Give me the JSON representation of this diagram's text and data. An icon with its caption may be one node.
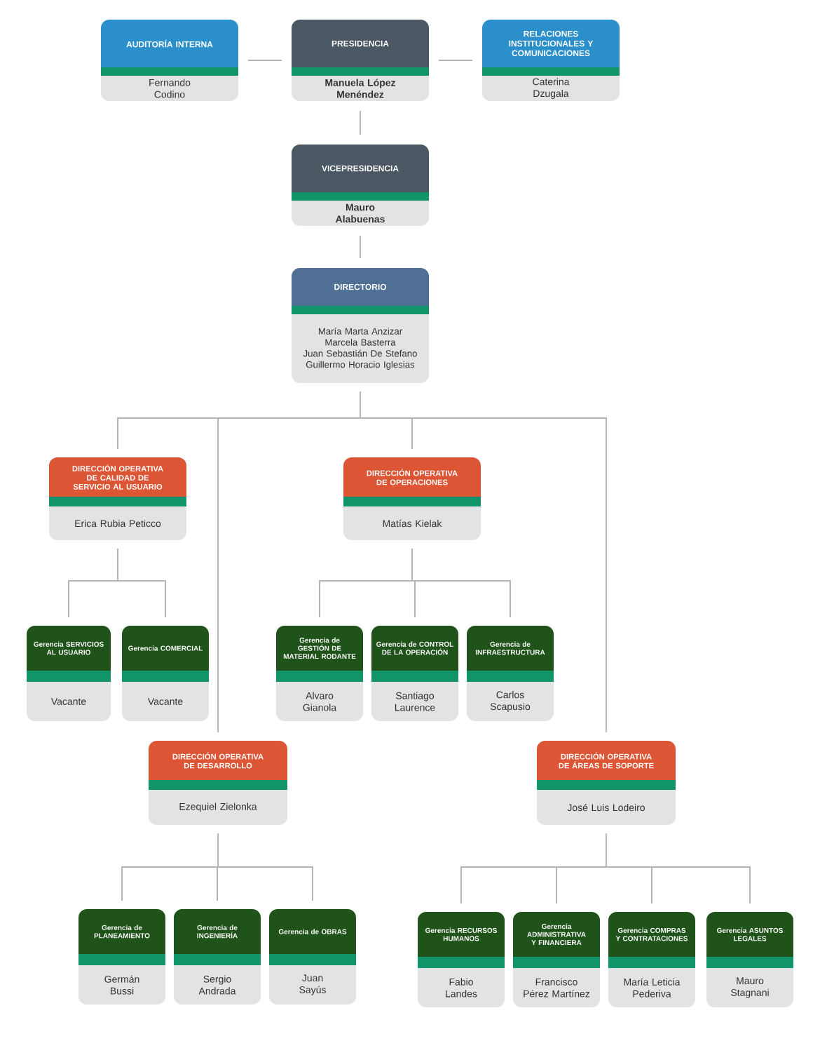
{
  "diagram": {
    "nodes": [
      {
        "text": [
          "AUDITORÍA INTERNA",
          "Fernando Codino"
        ]
      },
      {
        "text": [
          "PRESIDENCIA",
          "Manuela López Menéndez"
        ]
      },
      {
        "text": [
          "RELACIONES INSTITUCIONALES Y COMUNICACIONES",
          "Caterina Dzugala"
        ]
      },
      {
        "text": [
          "VICEPRESIDENCIA",
          "Mauro Alabuenas"
        ]
      },
      {
        "text": [
          "DIRECTORIO",
          "María Marta Anzizar",
          "Marcela Basterra",
          "Juan Sebastián De Stefano",
          "Guillermo Horacio Iglesias"
        ]
      },
      {
        "text": [
          "DIRECCIÓN OPERATIVA DE CALIDAD DE SERVICIO AL USUARIO",
          "Erica Rubia Peticco"
        ]
      },
      {
        "text": [
          "DIRECCIÓN OPERATIVA DE OPERACIONES",
          "Matías Kielak"
        ]
      },
      {
        "text": [
          "Gerencia SERVICIOS AL USUARIO",
          "Vacante"
        ]
      },
      {
        "text": [
          "Gerencia COMERCIAL",
          "Vacante"
        ]
      },
      {
        "text": [
          "Gerencia de GESTIÓN DE MATERIAL RODANTE",
          "Alvaro Gianola"
        ]
      },
      {
        "text": [
          "Gerencia de CONTROL DE LA OPERACIÓN",
          "Santiago Laurence"
        ]
      },
      {
        "text": [
          "Gerencia de INFRAESTRUCTURA",
          "Carlos Scapusio"
        ]
      },
      {
        "text": [
          "DIRECCIÓN OPERATIVA DE DESARROLLO",
          "Ezequiel Zielonka"
        ]
      },
      {
        "text": [
          "DIRECCIÓN OPERATIVA DE ÁREAS DE SOPORTE",
          "José Luis Lodeiro"
        ]
      },
      {
        "text": [
          "Gerencia de PLANEAMIENTO",
          "Germán Bussi"
        ]
      },
      {
        "text": [
          "Gerencia de INGENIERÍA",
          "Sergio Andrada"
        ]
      },
      {
        "text": [
          "Gerencia de OBRAS",
          "Juan Sayús"
        ]
      },
      {
        "text": [
          "Gerencia RECURSOS HUMANOS",
          "Fabio Landes"
        ]
      },
      {
        "text": [
          "Gerencia ADMINISTRATIVA Y FINANCIERA",
          "Francisco Pérez Martínez"
        ]
      },
      {
        "text": [
          "Gerencia COMPRAS Y CONTRATACIONES",
          "María Leticia Pederiva"
        ]
      },
      {
        "text": [
          "Gerencia ASUNTOS LEGALES",
          "Mauro Stagnani"
        ]
      }
    ],
    "edges": [
      {
        "from": 1,
        "to": 0,
        "arrow": "none"
      },
      {
        "from": 1,
        "to": 2,
        "arrow": "none"
      },
      {
        "from": 1,
        "to": 3,
        "arrow": "none"
      },
      {
        "from": 3,
        "to": 4,
        "arrow": "none"
      },
      {
        "from": 4,
        "to": 5,
        "arrow": "none"
      },
      {
        "from": 4,
        "to": 6,
        "arrow": "none"
      },
      {
        "from": 4,
        "to": 12,
        "arrow": "none"
      },
      {
        "from": 4,
        "to": 13,
        "arrow": "none"
      },
      {
        "from": 5,
        "to": 7,
        "arrow": "none"
      },
      {
        "from": 5,
        "to": 8,
        "arrow": "none"
      },
      {
        "from": 6,
        "to": 9,
        "arrow": "none"
      },
      {
        "from": 6,
        "to": 10,
        "arrow": "none"
      },
      {
        "from": 6,
        "to": 11,
        "arrow": "none"
      },
      {
        "from": 12,
        "to": 14,
        "arrow": "none"
      },
      {
        "from": 12,
        "to": 15,
        "arrow": "none"
      },
      {
        "from": 12,
        "to": 16,
        "arrow": "none"
      },
      {
        "from": 13,
        "to": 17,
        "arrow": "none"
      },
      {
        "from": 13,
        "to": 18,
        "arrow": "none"
      },
      {
        "from": 13,
        "to": 19,
        "arrow": "none"
      },
      {
        "from": 13,
        "to": 20,
        "arrow": "none"
      }
    ]
  }
}
